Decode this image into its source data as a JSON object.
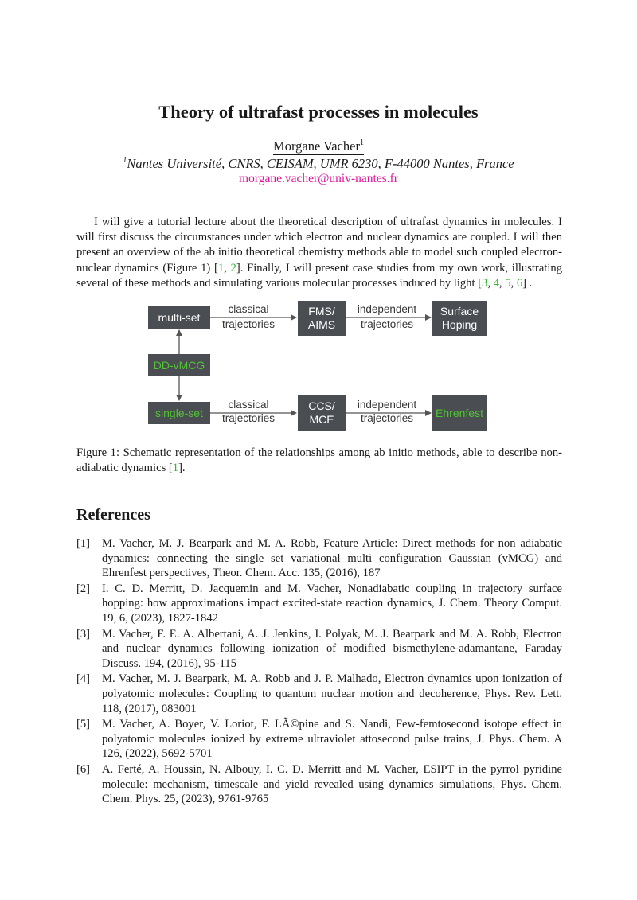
{
  "title": "Theory of ultrafast processes in molecules",
  "author": {
    "name": "Morgane Vacher",
    "sup": "1",
    "affiliation_sup": "1",
    "affiliation": "Nantes Université, CNRS, CEISAM, UMR 6230, F-44000 Nantes, France",
    "email": "morgane.vacher@univ-nantes.fr"
  },
  "abstract": {
    "p1": "I will give a tutorial lecture about the theoretical description of ultrafast dynamics in molecules. I will first discuss the circumstances under which electron and nuclear dynamics are coupled. I will then present an overview of the ab initio theoretical chemistry methods able to model such coupled electron-nuclear dynamics (Figure 1) [",
    "c1": "1",
    "s1": ", ",
    "c2": "2",
    "p2": "]. Finally, I will present case studies from my own work, illustrating several of these methods and simulating various molecular processes induced by light [",
    "c3": "3",
    "s2": ", ",
    "c4": "4",
    "s3": ", ",
    "c5": "5",
    "s4": ", ",
    "c6": "6",
    "p3": "] ."
  },
  "figure": {
    "boxes": {
      "multiset": "multi-set",
      "fms": [
        "FMS/",
        "AIMS"
      ],
      "surface": [
        "Surface",
        "Hoping"
      ],
      "ddvmcg": "DD-vMCG",
      "singleset": "single-set",
      "ccs": [
        "CCS/",
        "MCE"
      ],
      "ehrenfest": "Ehrenfest"
    },
    "labels": {
      "top_left": [
        "classical",
        "trajectories"
      ],
      "top_right": [
        "independent",
        "trajectories"
      ],
      "bottom_left": [
        "classical",
        "trajectories"
      ],
      "bottom_right": [
        "independent",
        "trajectories"
      ]
    },
    "colors": {
      "box": "#4a4d52",
      "green_text": "#52c234",
      "white_text": "#ffffff"
    }
  },
  "caption": {
    "text": "Figure 1: Schematic representation of the relationships among ab initio methods, able to describe non-adiabatic dynamics [",
    "cite": "1",
    "end": "]."
  },
  "references": {
    "heading": "References",
    "items": [
      {
        "label": "[1]",
        "text": "M. Vacher, M. J. Bearpark and M. A. Robb, Feature Article: Direct methods for non adiabatic dynamics: connecting the single set variational multi configuration Gaussian (vMCG) and Ehrenfest perspectives, Theor. Chem. Acc. 135, (2016), 187"
      },
      {
        "label": "[2]",
        "text": "I. C. D. Merritt, D. Jacquemin and M. Vacher, Nonadiabatic coupling in trajectory surface hopping: how approximations impact excited-state reaction dynamics, J. Chem. Theory Comput. 19, 6, (2023), 1827-1842"
      },
      {
        "label": "[3]",
        "text": "M. Vacher, F. E. A. Albertani, A. J. Jenkins, I. Polyak, M. J. Bearpark and M. A. Robb, Electron and nuclear dynamics following ionization of modified bismethylene-adamantane, Faraday Discuss. 194, (2016), 95-115"
      },
      {
        "label": "[4]",
        "text": "M. Vacher, M. J. Bearpark, M. A. Robb and J. P. Malhado, Electron dynamics upon ionization of polyatomic molecules: Coupling to quantum nuclear motion and decoherence, Phys. Rev. Lett. 118, (2017), 083001"
      },
      {
        "label": "[5]",
        "text": "M. Vacher, A. Boyer, V. Loriot, F. LÃ©pine and S. Nandi, Few-femtosecond isotope effect in polyatomic molecules ionized by extreme ultraviolet attosecond pulse trains, J. Phys. Chem. A 126, (2022), 5692-5701"
      },
      {
        "label": "[6]",
        "text": "A. Ferté, A. Houssin, N. Albouy, I. C. D. Merritt and M. Vacher, ESIPT in the pyrrol pyridine molecule: mechanism, timescale and yield revealed using dynamics simulations, Phys. Chem. Chem. Phys. 25, (2023), 9761-9765"
      }
    ]
  }
}
